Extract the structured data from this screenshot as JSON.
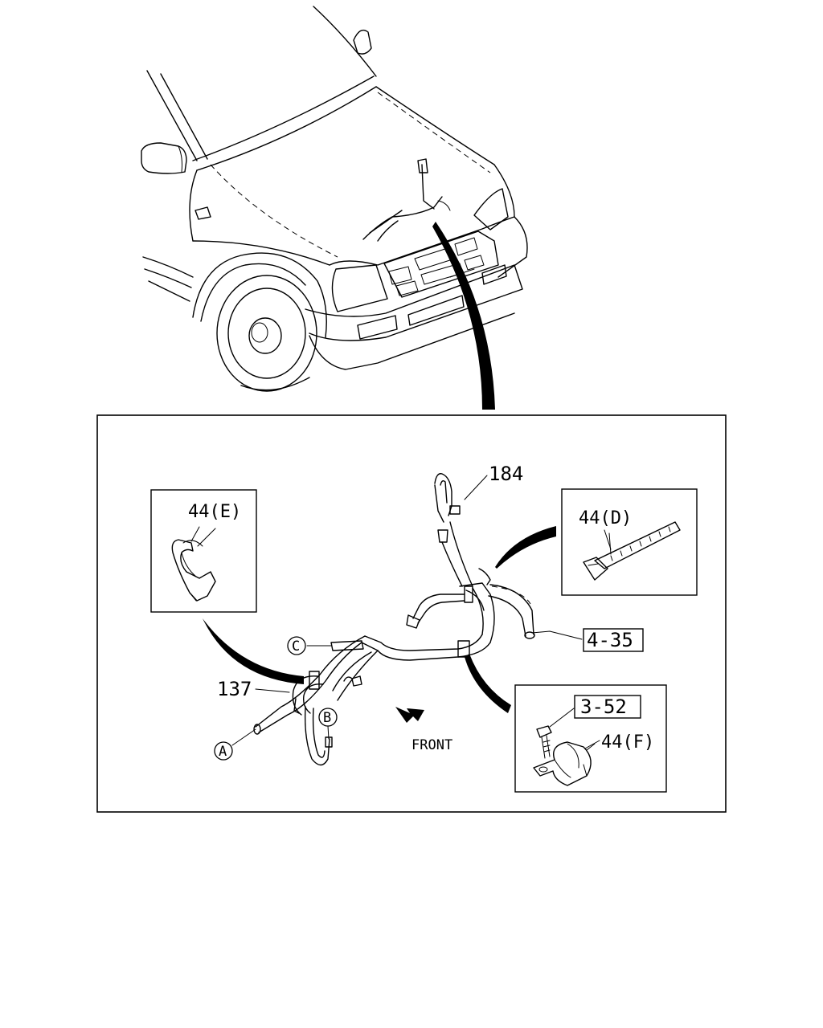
{
  "callouts": {
    "top_wire": "184",
    "main_harness": "137",
    "clip_e": "44(E)",
    "band_d": "44(D)",
    "ref_4_35": "4-35",
    "ref_3_52": "3-52",
    "clamp_f": "44(F)",
    "front": "FRONT"
  },
  "connectors": {
    "a": "A",
    "b": "B",
    "c": "C"
  },
  "icons": {
    "front_arrow": "front-direction-arrow-icon"
  }
}
